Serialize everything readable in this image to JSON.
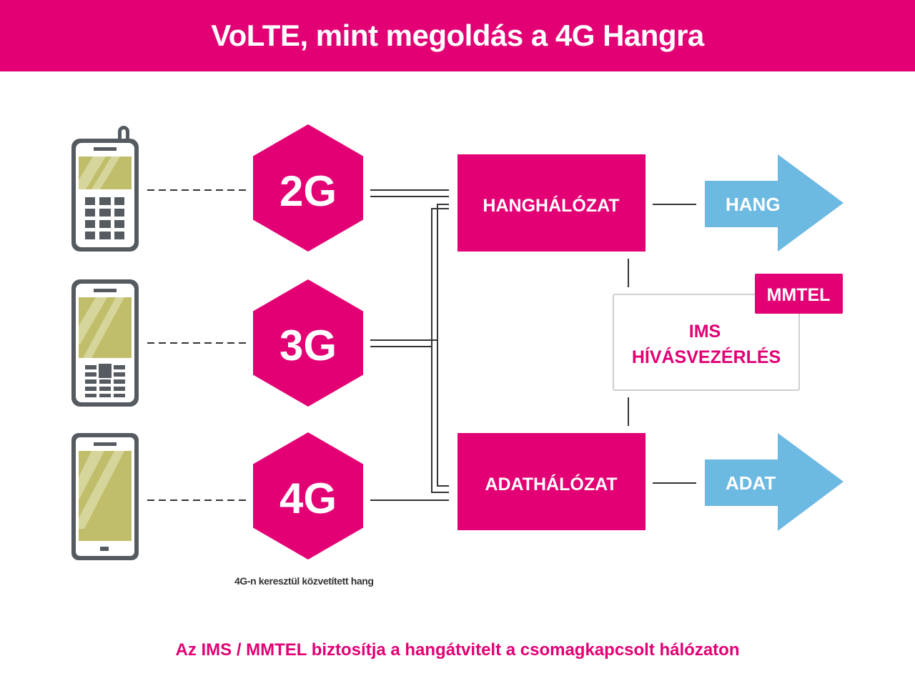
{
  "title": "VoLTE, mint megoldás a 4G Hangra",
  "colors": {
    "magenta": "#e20074",
    "blue": "#6cb9e2",
    "phone_body": "#555b60",
    "screen": "#c0be6a"
  },
  "phones": [
    {
      "type": "feature-phone-antenna-icon",
      "network": "2G"
    },
    {
      "type": "keypad-phone-icon",
      "network": "3G"
    },
    {
      "type": "smartphone-icon",
      "network": "4G"
    }
  ],
  "networks": {
    "g2": "2G",
    "g3": "3G",
    "g4": "4G"
  },
  "boxes": {
    "voice": "HANGHÁLÓZAT",
    "data": "ADATHÁLÓZAT"
  },
  "ims": {
    "line1": "IMS",
    "line2": "HÍVÁSVEZÉRLÉS",
    "badge": "MMTEL"
  },
  "outputs": {
    "voice": "HANG",
    "data": "ADAT"
  },
  "caption": "4G-n keresztül közvetített hang",
  "footer": "Az IMS / MMTEL biztosítja a hangátvitelt a csomagkapcsolt hálózaton"
}
